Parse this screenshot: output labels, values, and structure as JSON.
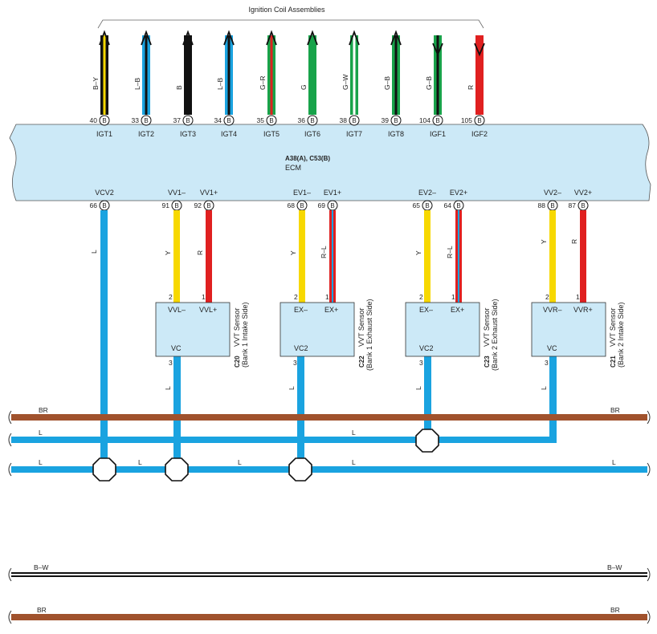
{
  "ignition": {
    "title": "Ignition Coil Assemblies",
    "terminals": [
      {
        "pin": "40",
        "name": "IGT1",
        "color_code": "B–Y",
        "colors": [
          "#111111",
          "#f7d800"
        ],
        "dir": "up"
      },
      {
        "pin": "33",
        "name": "IGT2",
        "color_code": "L–B",
        "colors": [
          "#1aa3e0",
          "#111111"
        ],
        "dir": "up"
      },
      {
        "pin": "37",
        "name": "IGT3",
        "color_code": "B",
        "colors": [
          "#111111"
        ],
        "dir": "up"
      },
      {
        "pin": "34",
        "name": "IGT4",
        "color_code": "L–B",
        "colors": [
          "#1aa3e0",
          "#111111"
        ],
        "dir": "up"
      },
      {
        "pin": "35",
        "name": "IGT5",
        "color_code": "G–R",
        "colors": [
          "#18a34a",
          "#e02020"
        ],
        "dir": "up"
      },
      {
        "pin": "36",
        "name": "IGT6",
        "color_code": "G",
        "colors": [
          "#18a34a"
        ],
        "dir": "up"
      },
      {
        "pin": "38",
        "name": "IGT7",
        "color_code": "G–W",
        "colors": [
          "#18a34a",
          "#ffffff"
        ],
        "dir": "up"
      },
      {
        "pin": "39",
        "name": "IGT8",
        "color_code": "G–B",
        "colors": [
          "#18a34a",
          "#111111"
        ],
        "dir": "up"
      },
      {
        "pin": "104",
        "name": "IGF1",
        "color_code": "G–B",
        "colors": [
          "#18a34a",
          "#111111"
        ],
        "dir": "down"
      },
      {
        "pin": "105",
        "name": "IGF2",
        "color_code": "R",
        "colors": [
          "#e02020"
        ],
        "dir": "down"
      }
    ]
  },
  "ecm": {
    "connector": "A38(A), C53(B)",
    "name": "ECM",
    "pin_badge": "B"
  },
  "bottom_terminals": [
    {
      "pin": "66",
      "name": "VCV2"
    },
    {
      "pin": "91",
      "name": "VV1–"
    },
    {
      "pin": "92",
      "name": "VV1+"
    },
    {
      "pin": "68",
      "name": "EV1–"
    },
    {
      "pin": "69",
      "name": "EV1+"
    },
    {
      "pin": "65",
      "name": "EV2–"
    },
    {
      "pin": "64",
      "name": "EV2+"
    },
    {
      "pin": "88",
      "name": "VV2–"
    },
    {
      "pin": "87",
      "name": "VV2+"
    }
  ],
  "wire_codes": {
    "vcv2": "L",
    "vv1_minus": "Y",
    "vv1_plus": "R",
    "ev1_minus": "Y",
    "ev1_plus": "R–L",
    "ev2_minus": "Y",
    "ev2_plus": "R–L",
    "vv2_minus": "Y",
    "vv2_plus": "R",
    "s1_out": "L",
    "s2_out": "L",
    "s3_out": "L",
    "s4_out": "L"
  },
  "sensors": [
    {
      "code": "C20",
      "name": "VVT Sensor",
      "sub": "(Bank 1 Intake Side)",
      "pin_left": "2",
      "pin_right": "1",
      "t_left": "VVL–",
      "t_right": "VVL+",
      "t_bottom": "VC",
      "pin_bottom": "3"
    },
    {
      "code": "C22",
      "name": "VVT Sensor",
      "sub": "(Bank 1 Exhaust Side)",
      "pin_left": "2",
      "pin_right": "1",
      "t_left": "EX–",
      "t_right": "EX+",
      "t_bottom": "VC2",
      "pin_bottom": "3"
    },
    {
      "code": "C23",
      "name": "VVT Sensor",
      "sub": "(Bank 2 Exhaust Side)",
      "pin_left": "2",
      "pin_right": "1",
      "t_left": "EX–",
      "t_right": "EX+",
      "t_bottom": "VC2",
      "pin_bottom": "3"
    },
    {
      "code": "C21",
      "name": "VVT Sensor",
      "sub": "(Bank 2 Intake Side)",
      "pin_left": "2",
      "pin_right": "1",
      "t_left": "VVR–",
      "t_right": "VVR+",
      "t_bottom": "VC",
      "pin_bottom": "3"
    }
  ],
  "buses": [
    {
      "id": "br1",
      "left_label": "BR",
      "right_label": "BR"
    },
    {
      "id": "l1",
      "left_label": "L",
      "mid_label": "L"
    },
    {
      "id": "l2",
      "left_label": "L",
      "labels": [
        "L",
        "L",
        "L",
        "L"
      ]
    },
    {
      "id": "bw",
      "left_label": "B–W",
      "right_label": "B–W"
    },
    {
      "id": "br2",
      "left_label": "BR",
      "right_label": "BR"
    }
  ],
  "colors": {
    "ecm_fill": "#cce9f7",
    "blue": "#1aa3e0",
    "yellow": "#f7d800",
    "red": "#e02020",
    "brown": "#a0522d",
    "black": "#111111",
    "green": "#18a34a"
  }
}
